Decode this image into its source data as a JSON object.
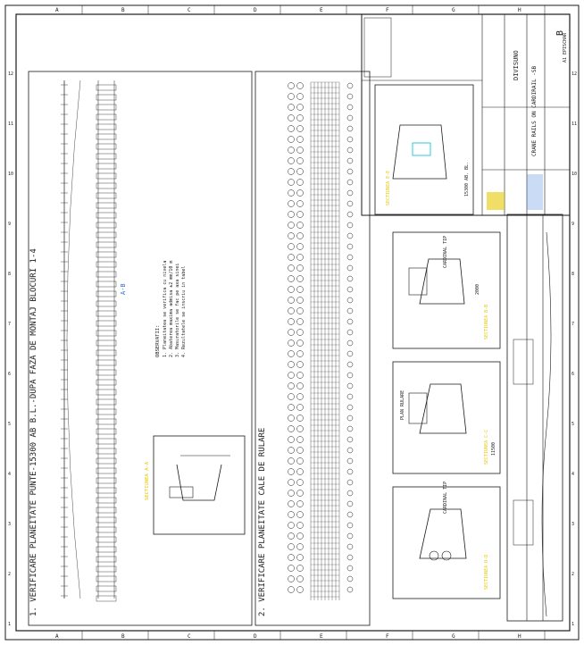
{
  "colors": {
    "line": "#1a1a1a",
    "accent_blue": "#2a6fd6",
    "accent_yellow": "#e6c800",
    "accent_cyan": "#00bcd4",
    "paper": "#ffffff"
  },
  "sheet": {
    "section1_title": "1. VERIFICARE PLANEITATE PUNTE-15300 AB B.L.-DUPA FAZA DE MONTAJ BLOCURI 1-4",
    "section2_title": "2. VERIFICARE PLANEITATE CALE DE RULARE",
    "cross_label": "A-B"
  },
  "frame": {
    "grid_letters": [
      "A",
      "B",
      "C",
      "D",
      "E",
      "F",
      "G",
      "H"
    ],
    "grid_numbers": [
      "1",
      "2",
      "3",
      "4",
      "5",
      "6",
      "7",
      "8",
      "9",
      "10",
      "11",
      "12"
    ]
  },
  "notes": {
    "heading": "OBSERVATII:",
    "lines": [
      "1. Planeitatea se verifica cu nivela",
      "2. Abaterea maxima admisa ±2 mm/10 m",
      "3. Masuratorile se fac pe axa sinei",
      "4. Rezultatele se inscriu in tabel"
    ]
  },
  "sections": {
    "section_a": "SECTIUNEA A-A",
    "section_b": "SECTIUNEA B-B",
    "section_c": "SECTIUNEA C-C",
    "section_d": "SECTIUNEA D-D",
    "section_e": "SECTIUNEA E-E",
    "label_plan": "PLAN RULARE",
    "label_cardinal": "CARDINAL TIP",
    "dim_1": "2000",
    "dim_2": "11500",
    "dim_3": "15300 AB. BL."
  },
  "title_block": {
    "project": "DIVISUNO",
    "drawing_title": "CRANE RAILS ON CARDIRAIL -SB",
    "sheet_label": "A1 EPISCHAR",
    "revision": "B"
  }
}
